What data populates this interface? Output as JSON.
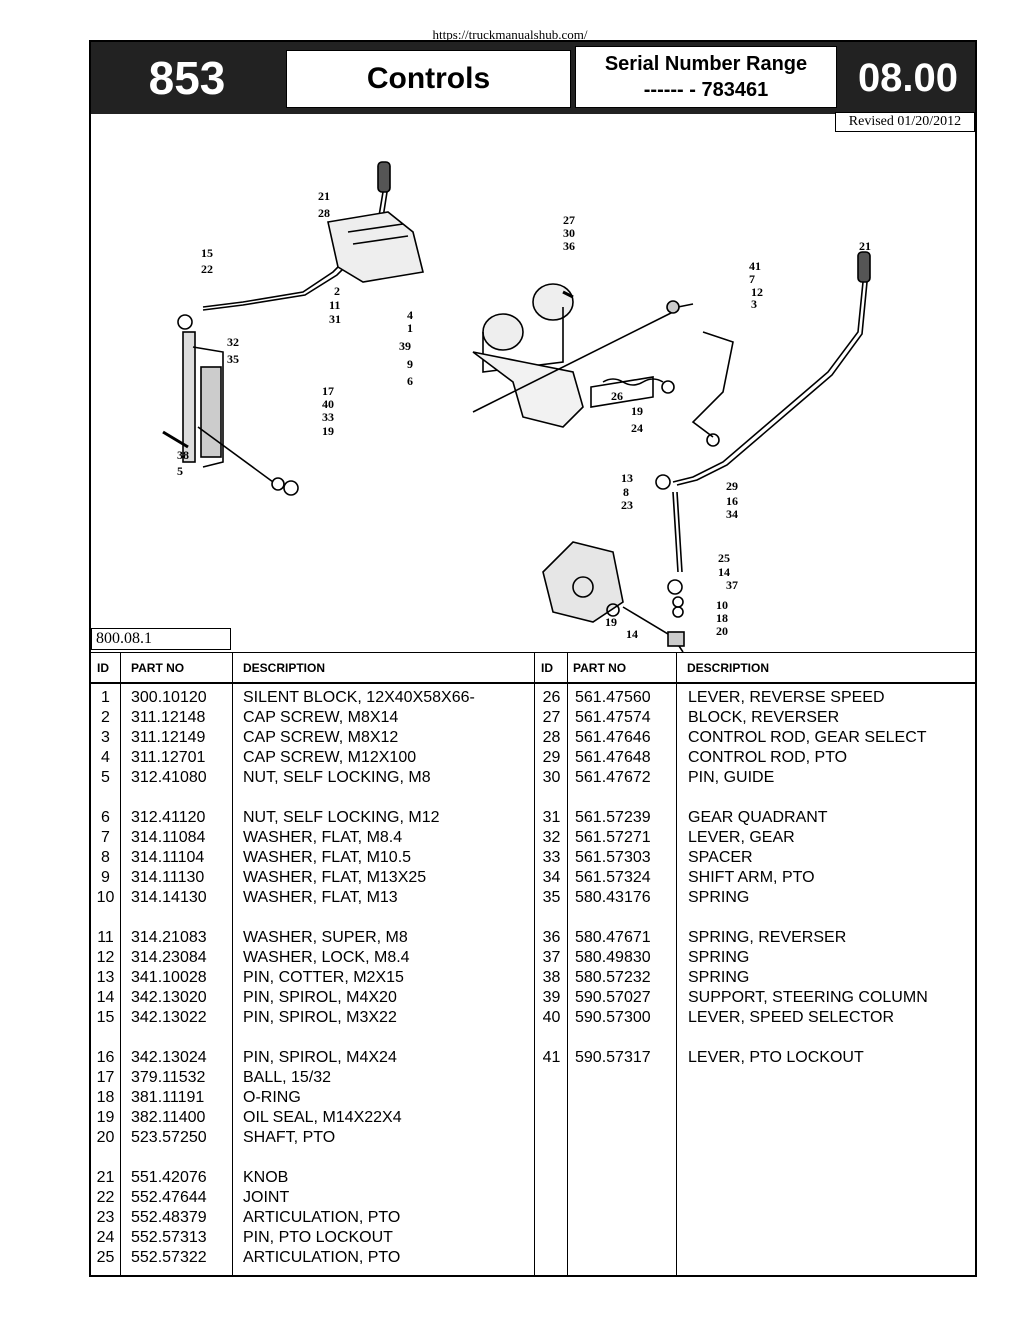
{
  "source_url": "https://truckmanualshub.com/",
  "header": {
    "model": "853",
    "title": "Controls",
    "serial_label": "Serial Number Range",
    "serial_range": "------ - 783461",
    "section": "08.00",
    "revised": "Revised 01/20/2012"
  },
  "figure_ref": "800.08.1",
  "table": {
    "headers": {
      "id": "ID",
      "part_no": "PART NO",
      "description": "DESCRIPTION"
    },
    "left": [
      {
        "id": "1",
        "part": "300.10120",
        "desc": "SILENT BLOCK, 12X40X58X66-"
      },
      {
        "id": "2",
        "part": "311.12148",
        "desc": "CAP SCREW, M8X14"
      },
      {
        "id": "3",
        "part": "311.12149",
        "desc": "CAP SCREW, M8X12"
      },
      {
        "id": "4",
        "part": "311.12701",
        "desc": "CAP SCREW, M12X100"
      },
      {
        "id": "5",
        "part": "312.41080",
        "desc": "NUT, SELF LOCKING, M8"
      },
      {
        "id": "6",
        "part": "312.41120",
        "desc": "NUT, SELF LOCKING, M12"
      },
      {
        "id": "7",
        "part": "314.11084",
        "desc": "WASHER, FLAT, M8.4"
      },
      {
        "id": "8",
        "part": "314.11104",
        "desc": "WASHER, FLAT, M10.5"
      },
      {
        "id": "9",
        "part": "314.11130",
        "desc": "WASHER, FLAT, M13X25"
      },
      {
        "id": "10",
        "part": "314.14130",
        "desc": "WASHER, FLAT, M13"
      },
      {
        "id": "11",
        "part": "314.21083",
        "desc": "WASHER, SUPER, M8"
      },
      {
        "id": "12",
        "part": "314.23084",
        "desc": "WASHER, LOCK, M8.4"
      },
      {
        "id": "13",
        "part": "341.10028",
        "desc": "PIN, COTTER, M2X15"
      },
      {
        "id": "14",
        "part": "342.13020",
        "desc": "PIN, SPIROL, M4X20"
      },
      {
        "id": "15",
        "part": "342.13022",
        "desc": "PIN, SPIROL, M3X22"
      },
      {
        "id": "16",
        "part": "342.13024",
        "desc": "PIN, SPIROL, M4X24"
      },
      {
        "id": "17",
        "part": "379.11532",
        "desc": "BALL, 15/32"
      },
      {
        "id": "18",
        "part": "381.11191",
        "desc": "O-RING"
      },
      {
        "id": "19",
        "part": "382.11400",
        "desc": "OIL SEAL, M14X22X4"
      },
      {
        "id": "20",
        "part": "523.57250",
        "desc": "SHAFT, PTO"
      },
      {
        "id": "21",
        "part": "551.42076",
        "desc": "KNOB"
      },
      {
        "id": "22",
        "part": "552.47644",
        "desc": "JOINT"
      },
      {
        "id": "23",
        "part": "552.48379",
        "desc": "ARTICULATION, PTO"
      },
      {
        "id": "24",
        "part": "552.57313",
        "desc": "PIN, PTO LOCKOUT"
      },
      {
        "id": "25",
        "part": "552.57322",
        "desc": "ARTICULATION, PTO"
      }
    ],
    "right": [
      {
        "id": "26",
        "part": "561.47560",
        "desc": "LEVER, REVERSE SPEED"
      },
      {
        "id": "27",
        "part": "561.47574",
        "desc": "BLOCK, REVERSER"
      },
      {
        "id": "28",
        "part": "561.47646",
        "desc": "CONTROL ROD, GEAR SELECT"
      },
      {
        "id": "29",
        "part": "561.47648",
        "desc": "CONTROL ROD, PTO"
      },
      {
        "id": "30",
        "part": "561.47672",
        "desc": "PIN, GUIDE"
      },
      {
        "id": "31",
        "part": "561.57239",
        "desc": "GEAR QUADRANT"
      },
      {
        "id": "32",
        "part": "561.57271",
        "desc": "LEVER, GEAR"
      },
      {
        "id": "33",
        "part": "561.57303",
        "desc": "SPACER"
      },
      {
        "id": "34",
        "part": "561.57324",
        "desc": "SHIFT ARM, PTO"
      },
      {
        "id": "35",
        "part": "580.43176",
        "desc": "SPRING"
      },
      {
        "id": "36",
        "part": "580.47671",
        "desc": "SPRING, REVERSER"
      },
      {
        "id": "37",
        "part": "580.49830",
        "desc": "SPRING"
      },
      {
        "id": "38",
        "part": "580.57232",
        "desc": "SPRING"
      },
      {
        "id": "39",
        "part": "590.57027",
        "desc": "SUPPORT, STEERING COLUMN"
      },
      {
        "id": "40",
        "part": "590.57300",
        "desc": "LEVER, SPEED SELECTOR"
      },
      {
        "id": "41",
        "part": "590.57317",
        "desc": "LEVER, PTO LOCKOUT"
      }
    ]
  },
  "diagram_labels": [
    {
      "t": "21"
    },
    {
      "t": "28"
    },
    {
      "t": "15"
    },
    {
      "t": "22"
    },
    {
      "t": "2"
    },
    {
      "t": "11"
    },
    {
      "t": "31"
    },
    {
      "t": "32"
    },
    {
      "t": "35"
    },
    {
      "t": "17"
    },
    {
      "t": "40"
    },
    {
      "t": "33"
    },
    {
      "t": "19"
    },
    {
      "t": "38"
    },
    {
      "t": "5"
    },
    {
      "t": "4"
    },
    {
      "t": "1"
    },
    {
      "t": "39"
    },
    {
      "t": "9"
    },
    {
      "t": "6"
    },
    {
      "t": "27"
    },
    {
      "t": "30"
    },
    {
      "t": "36"
    },
    {
      "t": "26"
    },
    {
      "t": "41"
    },
    {
      "t": "7"
    },
    {
      "t": "12"
    },
    {
      "t": "3"
    },
    {
      "t": "21"
    },
    {
      "t": "19"
    },
    {
      "t": "24"
    },
    {
      "t": "13"
    },
    {
      "t": "8"
    },
    {
      "t": "23"
    },
    {
      "t": "29"
    },
    {
      "t": "16"
    },
    {
      "t": "34"
    },
    {
      "t": "25"
    },
    {
      "t": "14"
    },
    {
      "t": "37"
    },
    {
      "t": "10"
    },
    {
      "t": "18"
    },
    {
      "t": "20"
    },
    {
      "t": "19"
    },
    {
      "t": "14"
    }
  ]
}
